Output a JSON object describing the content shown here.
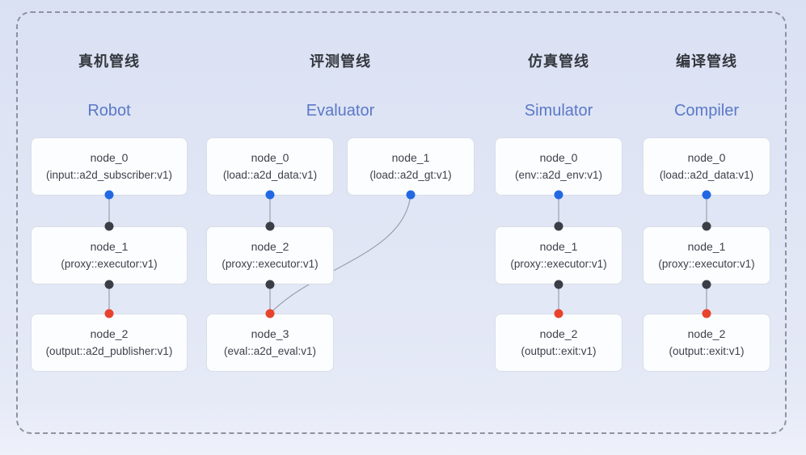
{
  "colors": {
    "background_top": "#dae1f3",
    "background_bottom": "#e6eaf7",
    "dashed_border": "#8d939e",
    "box_bg": "#fcfdfe",
    "box_border": "#d8dde8",
    "title_cn": "#33363d",
    "title_en": "#5b78c8",
    "node_text": "#3c4149",
    "connector": "#99a0ab",
    "dot_blue": "#2268e3",
    "dot_dark": "#3a3f46",
    "dot_red": "#e8432d"
  },
  "pipelines": [
    {
      "title_cn": "真机管线",
      "title_en": "Robot",
      "nodes": [
        {
          "name": "node_0",
          "type": "(input::a2d_subscriber:v1)"
        },
        {
          "name": "node_1",
          "type": "(proxy::executor:v1)"
        },
        {
          "name": "node_2",
          "type": "(output::a2d_publisher:v1)"
        }
      ]
    },
    {
      "title_cn": "评测管线",
      "title_en": "Evaluator",
      "nodes": [
        {
          "name": "node_0",
          "type": "(load::a2d_data:v1)"
        },
        {
          "name": "node_1",
          "type": "(load::a2d_gt:v1)"
        },
        {
          "name": "node_2",
          "type": "(proxy::executor:v1)"
        },
        {
          "name": "node_3",
          "type": "(eval::a2d_eval:v1)"
        }
      ]
    },
    {
      "title_cn": "仿真管线",
      "title_en": "Simulator",
      "nodes": [
        {
          "name": "node_0",
          "type": "(env::a2d_env:v1)"
        },
        {
          "name": "node_1",
          "type": "(proxy::executor:v1)"
        },
        {
          "name": "node_2",
          "type": "(output::exit:v1)"
        }
      ]
    },
    {
      "title_cn": "编译管线",
      "title_en": "Compiler",
      "nodes": [
        {
          "name": "node_0",
          "type": "(load::a2d_data:v1)"
        },
        {
          "name": "node_1",
          "type": "(proxy::executor:v1)"
        },
        {
          "name": "node_2",
          "type": "(output::exit:v1)"
        }
      ]
    }
  ]
}
